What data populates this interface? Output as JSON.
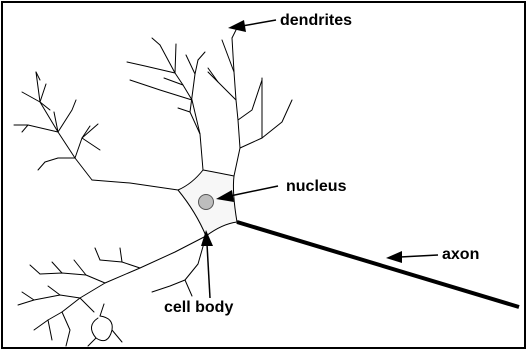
{
  "diagram": {
    "labels": {
      "dendrites": "dendrites",
      "nucleus": "nucleus",
      "axon": "axon",
      "cell_body": "cell body"
    },
    "colors": {
      "line": "#000000",
      "nucleus_fill": "#bdbdbd",
      "background": "#ffffff"
    }
  }
}
